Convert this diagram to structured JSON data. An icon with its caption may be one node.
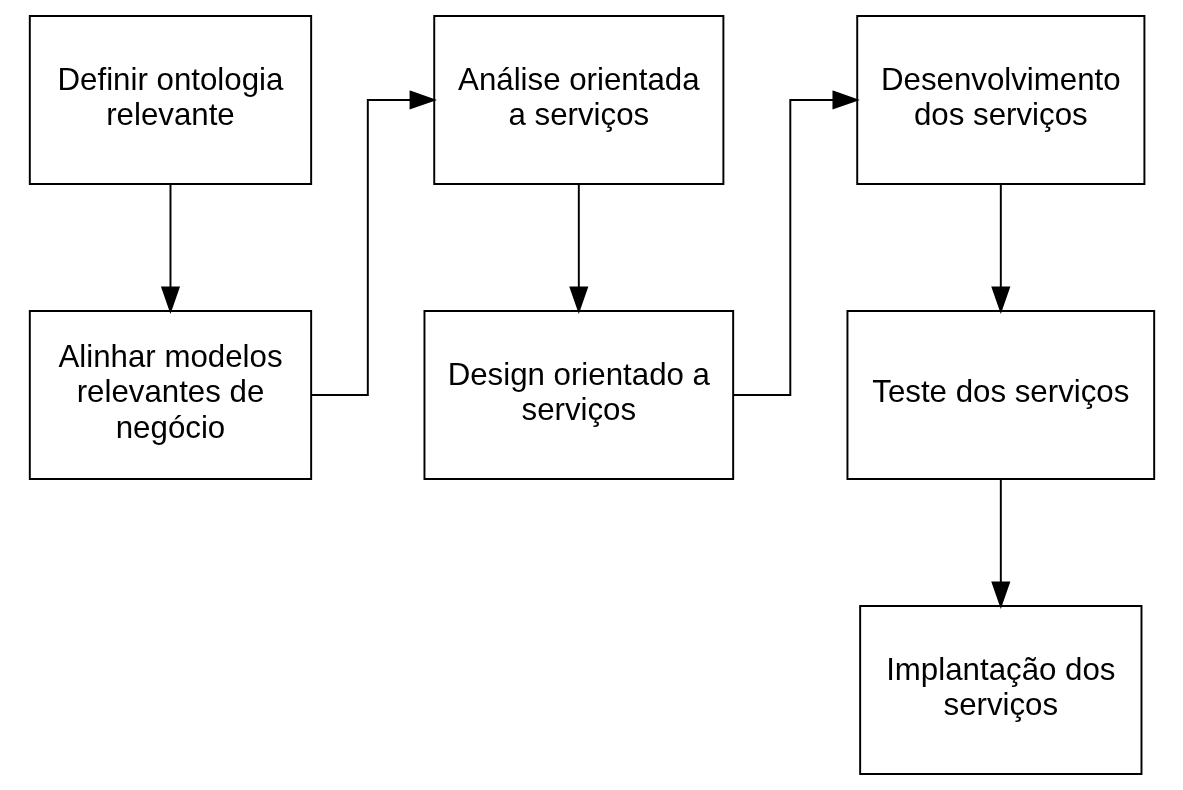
{
  "diagram": {
    "nodes": [
      {
        "text": [
          "Definir ontologia relevante"
        ]
      },
      {
        "text": [
          "Alinhar modelos relevantes de negócio"
        ]
      },
      {
        "text": [
          "Análise orientada a serviços"
        ]
      },
      {
        "text": [
          "Design orientado a serviços"
        ]
      },
      {
        "text": [
          "Desenvolvimento dos serviços"
        ]
      },
      {
        "text": [
          "Teste dos serviços"
        ]
      },
      {
        "text": [
          "Implantação dos serviços"
        ]
      }
    ],
    "edges": [
      {
        "from": 0,
        "to": 1,
        "arrow": "to"
      },
      {
        "from": 1,
        "to": 2,
        "arrow": "to"
      },
      {
        "from": 2,
        "to": 3,
        "arrow": "to"
      },
      {
        "from": 3,
        "to": 4,
        "arrow": "to"
      },
      {
        "from": 4,
        "to": 5,
        "arrow": "to"
      },
      {
        "from": 5,
        "to": 6,
        "arrow": "to"
      }
    ]
  }
}
